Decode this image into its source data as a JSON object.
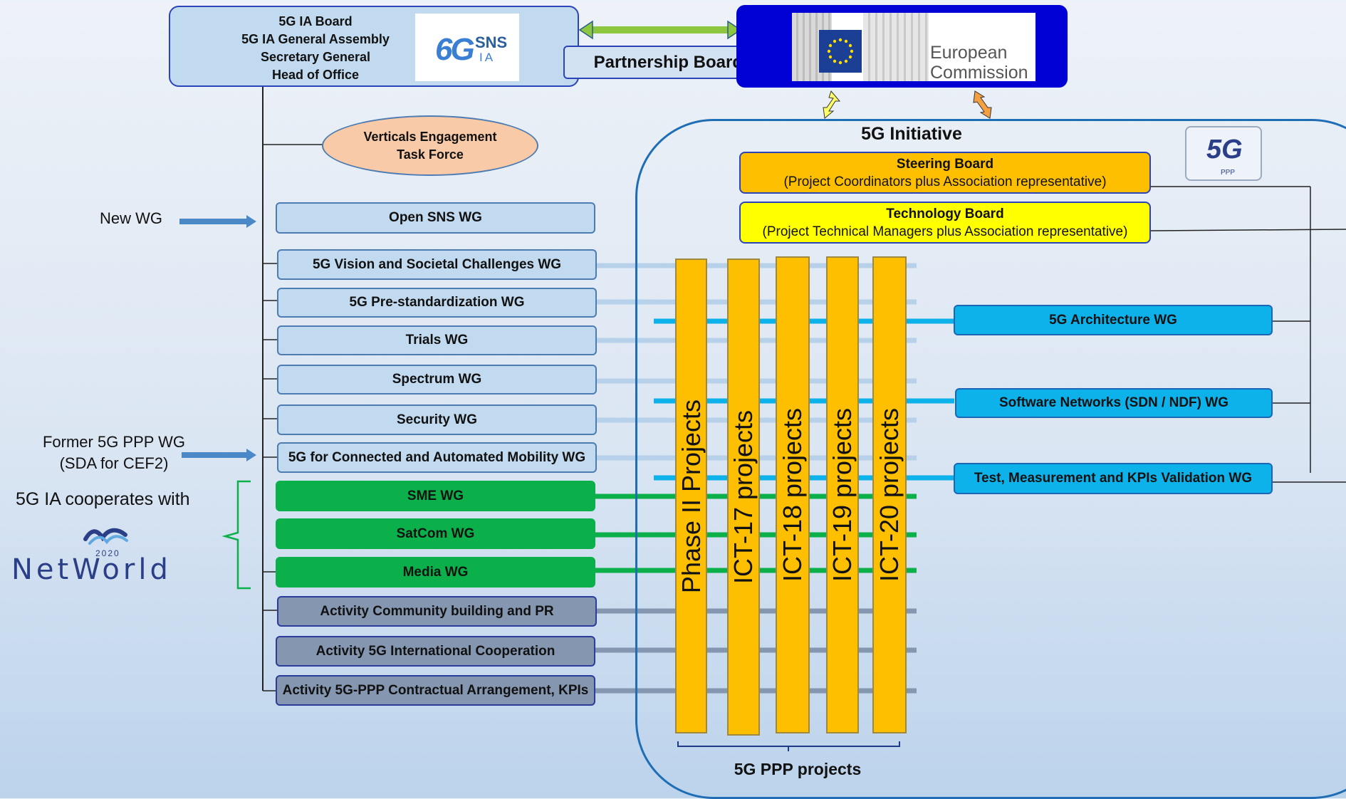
{
  "top": {
    "board_lines": [
      "5G IA Board",
      "5G IA General Assembly",
      "Secretary General",
      "Head of Office"
    ],
    "sns_logo": {
      "big": "6G",
      "small_top": "SNS",
      "small_bottom": "IA"
    },
    "partnership_board": "Partnership Board",
    "ec_logo": {
      "line1": "European",
      "line2": "Commission"
    }
  },
  "verticals_task_force": [
    "Verticals Engagement",
    "Task Force"
  ],
  "left_labels": {
    "new_wg": "New WG",
    "former_line1": "Former 5G PPP WG",
    "former_line2": "(SDA for CEF2)",
    "cooperates": "5G IA cooperates with",
    "networld_year": "2020",
    "networld_name": "NetWorld"
  },
  "working_groups": [
    "Open SNS WG",
    "5G Vision and Societal Challenges WG",
    "5G Pre-standardization WG",
    "Trials WG",
    "Spectrum WG",
    "Security WG",
    "5G for Connected and Automated Mobility WG",
    "SME WG",
    "SatCom WG",
    "Media WG",
    "Activity Community building and PR",
    "Activity 5G International Cooperation",
    "Activity 5G-PPP Contractual Arrangement, KPIs"
  ],
  "initiative": {
    "title": "5G Initiative",
    "steering_title": "Steering Board",
    "steering_sub": "(Project Coordinators plus Association representative)",
    "tech_title": "Technology Board",
    "tech_sub": "(Project Technical Managers plus Association representative)",
    "ppp_logo": "5G",
    "ppp_logo_sub": "PPP",
    "projects": [
      "Phase II Projects",
      "ICT-17 projects",
      "ICT-18 projects",
      "ICT-19 projects",
      "ICT-20 projects"
    ],
    "projects_caption": "5G PPP projects",
    "right_wgs": [
      "5G Architecture WG",
      "Software Networks (SDN / NDF) WG",
      "Test, Measurement and KPIs Validation WG"
    ]
  },
  "colors": {
    "wg_blue": "#c2daf0",
    "wg_green": "#0bb04a",
    "wg_gray": "#8496b0",
    "wg_cyan": "#0db2ea",
    "project_orange": "#fdbf00",
    "steering": "#fdbf00",
    "technology": "#ffff00",
    "ec_box": "#0000d4",
    "initiative_border": "#1f6db5"
  }
}
